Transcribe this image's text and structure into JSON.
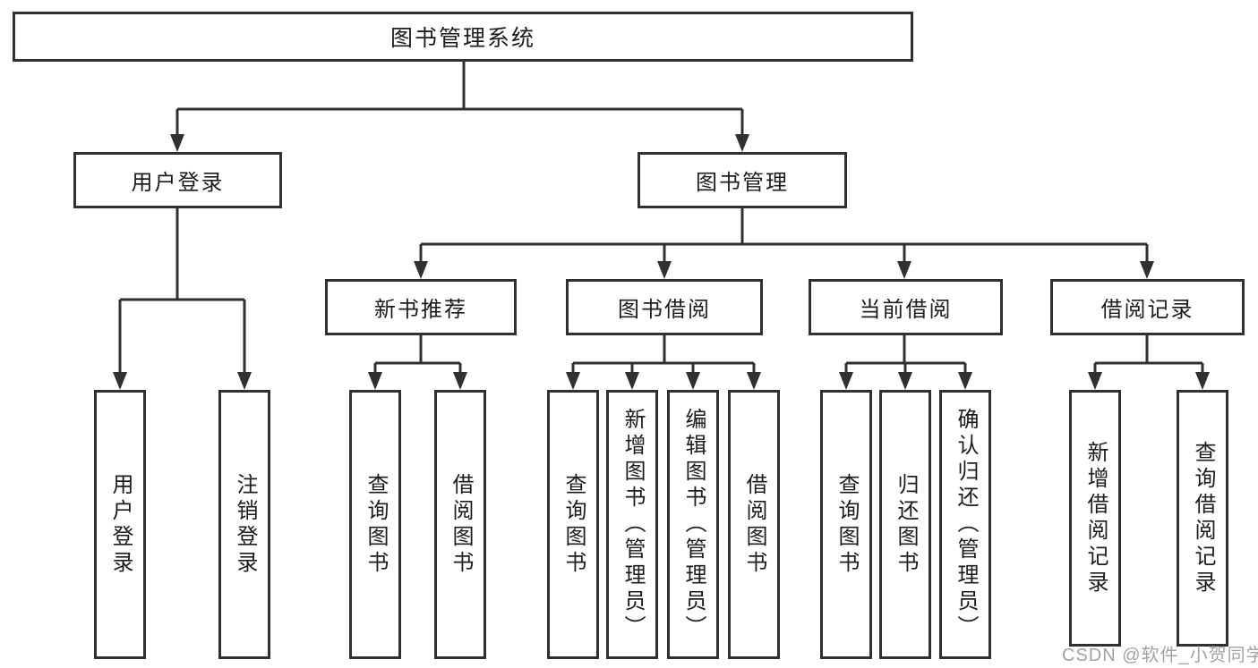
{
  "root": {
    "label": "图书管理系统"
  },
  "branches": [
    {
      "label": "用户登录",
      "children": [
        {
          "label": "用户登录"
        },
        {
          "label": "注销登录"
        }
      ]
    },
    {
      "label": "图书管理",
      "sections": [
        {
          "label": "新书推荐",
          "children": [
            {
              "label": "查询图书"
            },
            {
              "label": "借阅图书"
            }
          ]
        },
        {
          "label": "图书借阅",
          "children": [
            {
              "label": "查询图书"
            },
            {
              "label": "新增图书（管理员）"
            },
            {
              "label": "编辑图书（管理员）"
            },
            {
              "label": "借阅图书"
            }
          ]
        },
        {
          "label": "当前借阅",
          "children": [
            {
              "label": "查询图书"
            },
            {
              "label": "归还图书"
            },
            {
              "label": "确认归还（管理员）"
            }
          ]
        },
        {
          "label": "借阅记录",
          "children": [
            {
              "label": "新增借阅记录"
            },
            {
              "label": "查询借阅记录"
            }
          ]
        }
      ]
    }
  ],
  "watermark": "CSDN @软件_小贺同学",
  "colors": {
    "line": "#303030",
    "box_border": "#303030",
    "text": "#1c1c1c",
    "watermark": "#9a9a9a",
    "background": "#ffffff"
  }
}
